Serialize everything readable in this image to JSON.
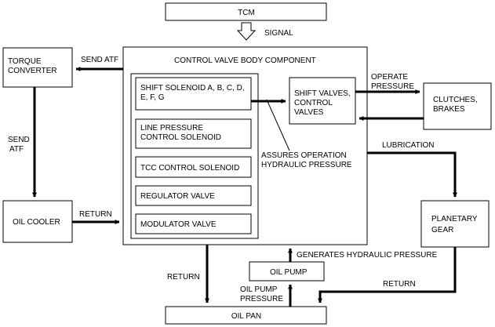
{
  "blocks": {
    "tcm": "TCM",
    "torque_converter": [
      "TORQUE",
      "CONVERTER"
    ],
    "oil_cooler": "OIL COOLER",
    "control_valve_body": "CONTROL VALVE BODY COMPONENT",
    "shift_solenoid": [
      "SHIFT SOLENOID A, B, C, D,",
      "E, F, G"
    ],
    "line_pressure_solenoid": [
      "LINE PRESSURE",
      "CONTROL SOLENOID"
    ],
    "tcc_solenoid": "TCC CONTROL SOLENOID",
    "regulator_valve": "REGULATOR VALVE",
    "modulator_valve": "MODULATOR VALVE",
    "shift_valves": [
      "SHIFT VALVES,",
      "CONTROL",
      "VALVES"
    ],
    "clutches_brakes": [
      "CLUTCHES,",
      "BRAKES"
    ],
    "planetary_gear": [
      "PLANETARY",
      "GEAR"
    ],
    "oil_pump": "OIL PUMP",
    "oil_pan": "OIL PAN"
  },
  "labels": {
    "signal": "SIGNAL",
    "send_atf_top": "SEND ATF",
    "send_atf_side": [
      "SEND",
      "ATF"
    ],
    "return_cooler": "RETURN",
    "operate_pressure": [
      "OPERATE",
      "PRESSURE"
    ],
    "assures": [
      "ASSURES OPERATION",
      "HYDRAULIC PRESSURE"
    ],
    "lubrication": "LUBRICATION",
    "generates": "GENERATES HYDRAULIC PRESSURE",
    "return_left": "RETURN",
    "oil_pump_pressure": [
      "OIL PUMP",
      "PRESSURE"
    ],
    "return_right": "RETURN"
  }
}
